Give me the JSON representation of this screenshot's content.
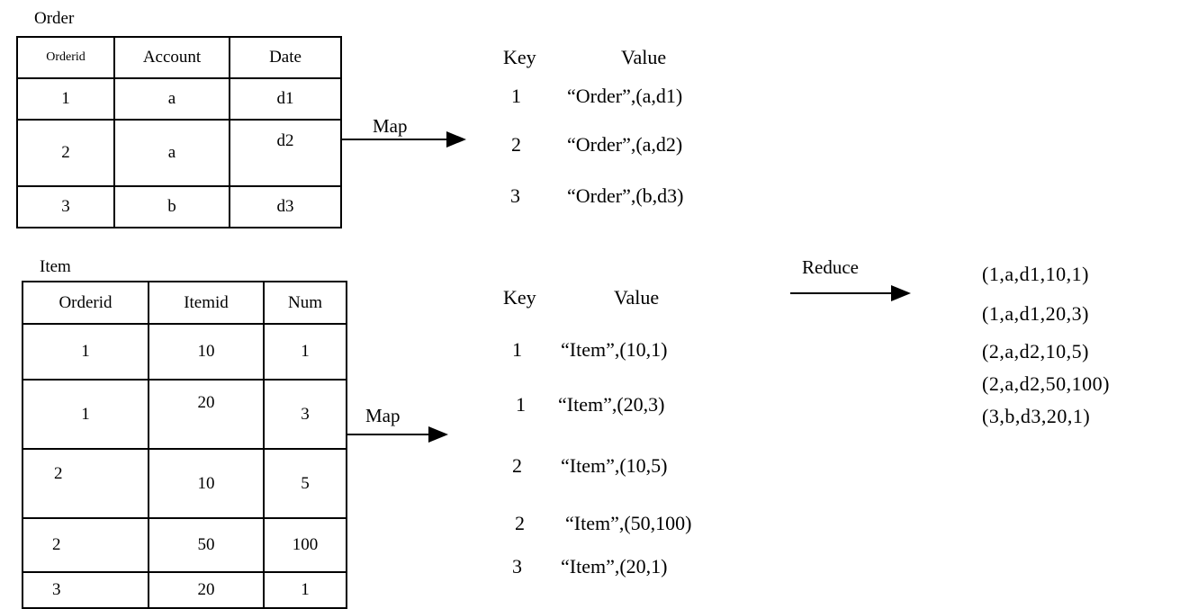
{
  "order": {
    "title": "Order",
    "headers": [
      "Orderid",
      "Account",
      "Date"
    ],
    "rows": [
      [
        "1",
        "a",
        "d1"
      ],
      [
        "2",
        "a",
        "d2"
      ],
      [
        "3",
        "b",
        "d3"
      ]
    ]
  },
  "item": {
    "title": "Item",
    "headers": [
      "Orderid",
      "Itemid",
      "Num"
    ],
    "rows": [
      [
        "1",
        "10",
        "1"
      ],
      [
        "1",
        "20",
        "3"
      ],
      [
        "2",
        "10",
        "5"
      ],
      [
        "2",
        "50",
        "100"
      ],
      [
        "3",
        "20",
        "1"
      ]
    ]
  },
  "map_label": "Map",
  "reduce_label": "Reduce",
  "order_kv": {
    "key_header": "Key",
    "value_header": "Value",
    "rows": [
      {
        "key": "1",
        "value": "“Order”,(a,d1)"
      },
      {
        "key": "2",
        "value": "“Order”,(a,d2)"
      },
      {
        "key": "3",
        "value": "“Order”,(b,d3)"
      }
    ]
  },
  "item_kv": {
    "key_header": "Key",
    "value_header": "Value",
    "rows": [
      {
        "key": "1",
        "value": "“Item”,(10,1)"
      },
      {
        "key": "1",
        "value": "“Item”,(20,3)"
      },
      {
        "key": "2",
        "value": "“Item”,(10,5)"
      },
      {
        "key": "2",
        "value": "“Item”,(50,100)"
      },
      {
        "key": "3",
        "value": "“Item”,(20,1)"
      }
    ]
  },
  "results": [
    "(1,a,d1,10,1)",
    "(1,a,d1,20,3)",
    "(2,a,d2,10,5)",
    "(2,a,d2,50,100)",
    "(3,b,d3,20,1)"
  ]
}
